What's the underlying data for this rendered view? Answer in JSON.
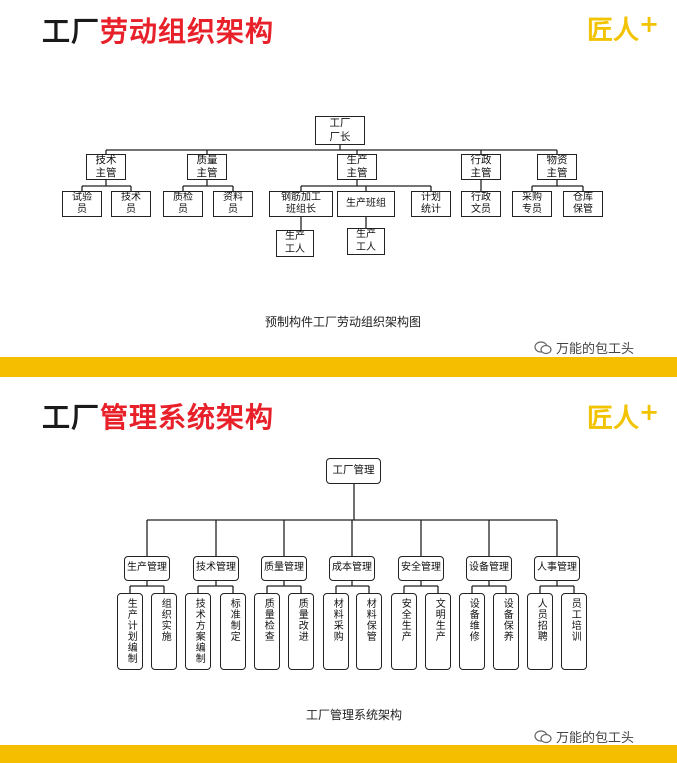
{
  "section1": {
    "title_dark": "工厂",
    "title_red": "劳动组织架构",
    "logo_text": "匠人",
    "logo_plus": "+",
    "root": "工厂\n厂长",
    "managers": [
      {
        "label": "技术\n主管",
        "children": [
          "试验\n员",
          "技术\n员"
        ]
      },
      {
        "label": "质量\n主管",
        "children": [
          "质检\n员",
          "资料\n员"
        ]
      },
      {
        "label": "生产\n主管",
        "children": [
          "钢筋加工\n班组长",
          "生产班组",
          "计划\n统计"
        ]
      },
      {
        "label": "行政\n主管",
        "children": [
          "行政\n文员"
        ]
      },
      {
        "label": "物资\n主管",
        "children": [
          "采购\n专员",
          "仓库\n保管"
        ]
      }
    ],
    "workers": [
      "生产\n工人",
      "生产\n工人"
    ],
    "caption": "预制构件工厂劳动组织架构图",
    "watermark": "万能的包工头"
  },
  "section2": {
    "title_dark": "工厂",
    "title_red": "管理系统架构",
    "logo_text": "匠人",
    "logo_plus": "+",
    "root": "工厂管理",
    "modules": [
      {
        "label": "生产管理",
        "children": [
          "生产计划编制",
          "组织实施"
        ]
      },
      {
        "label": "技术管理",
        "children": [
          "技术方案编制",
          "标准制定"
        ]
      },
      {
        "label": "质量管理",
        "children": [
          "质量检查",
          "质量改进"
        ]
      },
      {
        "label": "成本管理",
        "children": [
          "材料采购",
          "材料保管"
        ]
      },
      {
        "label": "安全管理",
        "children": [
          "安全生产",
          "文明生产"
        ]
      },
      {
        "label": "设备管理",
        "children": [
          "设备维修",
          "设备保养"
        ]
      },
      {
        "label": "人事管理",
        "children": [
          "人员招聘",
          "员工培训"
        ]
      }
    ],
    "caption": "工厂管理系统架构",
    "watermark": "万能的包工头"
  },
  "colors": {
    "accent_red": "#e8202a",
    "bar_yellow": "#f5bf00",
    "logo_yellow": "#f2c300"
  }
}
